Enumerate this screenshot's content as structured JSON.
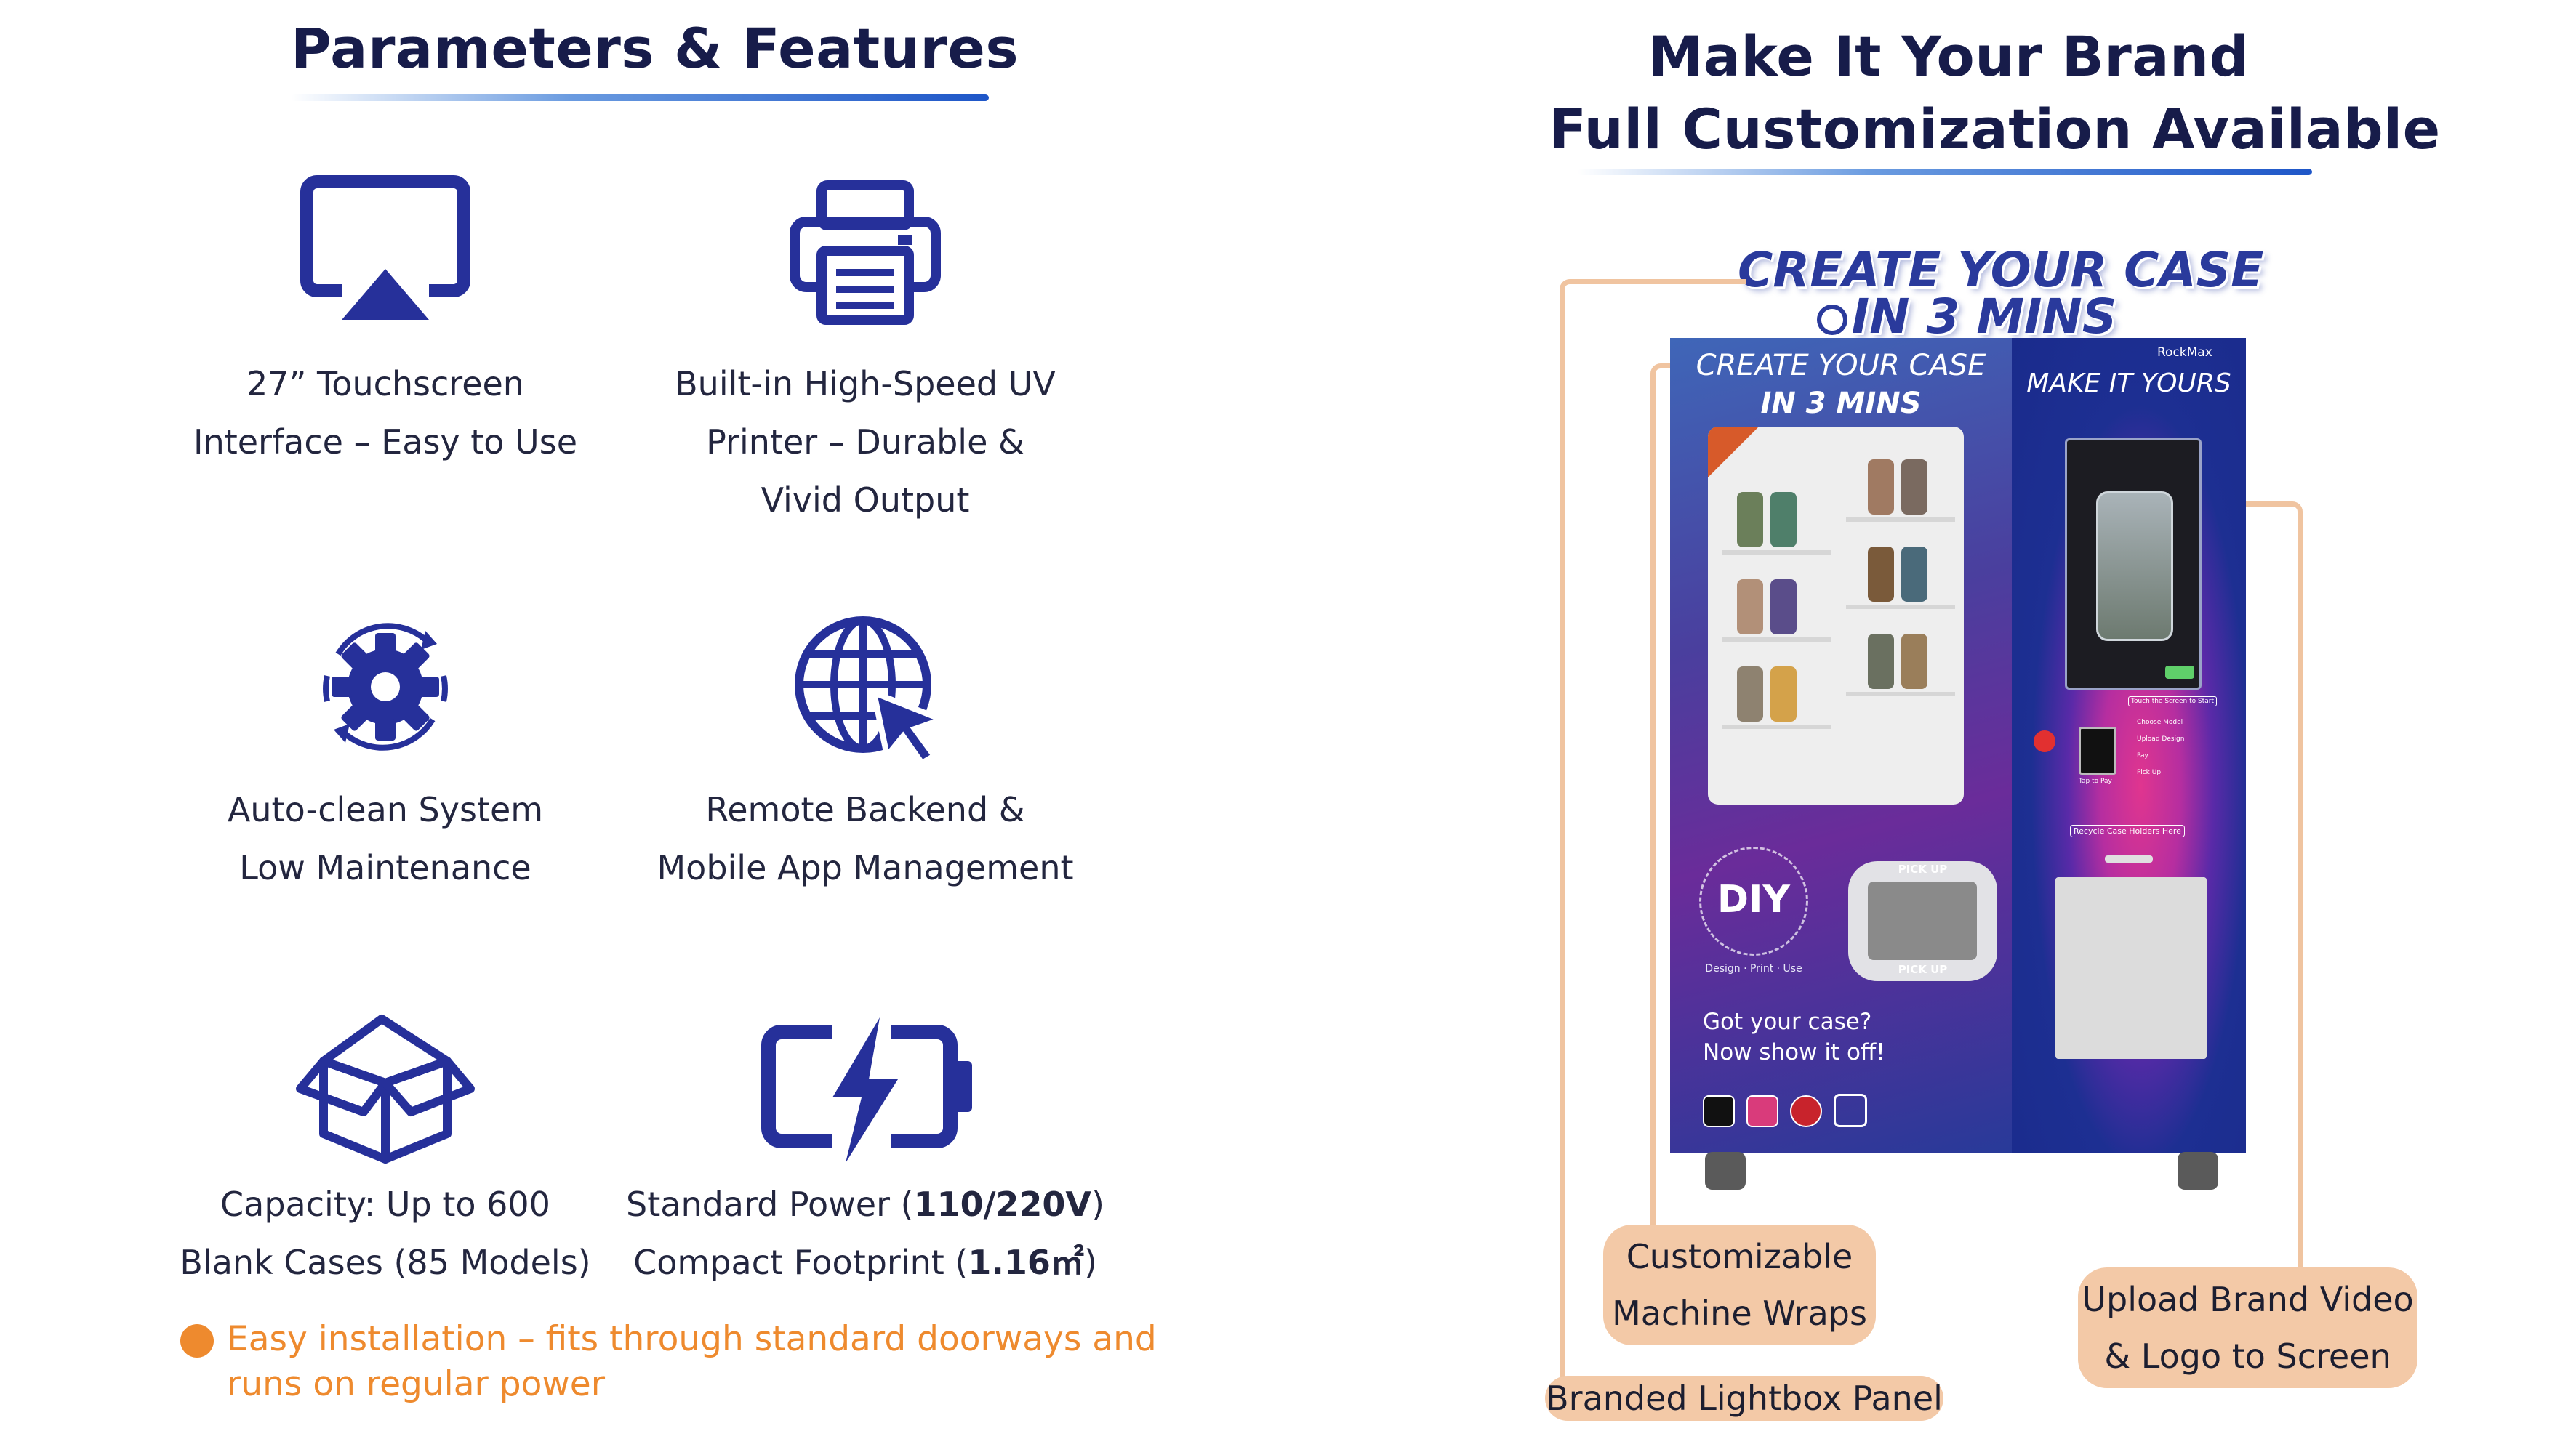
{
  "left": {
    "heading": "Parameters & Features",
    "features": [
      {
        "icon": "touchscreen-icon",
        "lines": [
          "27” Touchscreen",
          "Interface – Easy to Use"
        ]
      },
      {
        "icon": "printer-icon",
        "lines": [
          "Built-in High-Speed UV",
          "Printer – Durable &",
          "Vivid Output"
        ]
      },
      {
        "icon": "gear-cycle-icon",
        "lines": [
          "Auto-clean System",
          "Low Maintenance"
        ]
      },
      {
        "icon": "globe-cursor-icon",
        "lines": [
          "Remote Backend &",
          "Mobile App Management"
        ]
      },
      {
        "icon": "open-box-icon",
        "lines": [
          "Capacity: Up to 600",
          "Blank Cases (85 Models)"
        ]
      },
      {
        "icon": "battery-bolt-icon",
        "power_prefix": "Standard Power (",
        "power_value": "110/220V",
        "power_suffix": ")",
        "footprint_prefix": "Compact Footprint (",
        "footprint_value": "1.16㎡",
        "footprint_suffix": ")"
      }
    ],
    "note_line1": "Easy installation – fits through standard doorways and",
    "note_line2": "runs on regular power"
  },
  "right": {
    "heading_line1": "Make It Your Brand",
    "heading_line2": "Full Customization Available",
    "lightbox_title_line1": "CREATE YOUR CASE",
    "lightbox_title_line2": "IN 3 MINS",
    "machine": {
      "left_title_line1": "CREATE YOUR CASE",
      "left_title_line2": "IN 3 MINS",
      "brand": "RockMax",
      "right_title": "MAKE IT YOURS",
      "diy_logo": "DIY",
      "diy_tagline": "Design · Print · Use",
      "pickup_top": "PICK UP",
      "pickup_bottom": "PICK UP",
      "slogan_line1": "Got your case?",
      "slogan_line2": "Now show it off!",
      "touch_hint": "Touch the Screen to Start",
      "steps": [
        "Choose Model",
        "Upload Design",
        "Pay",
        "Pick Up"
      ],
      "tap_label": "Tap to Pay",
      "recycle_label": "Recycle Case Holders Here"
    },
    "callouts": {
      "wraps_line1": "Customizable",
      "wraps_line2": "Machine Wraps",
      "lightbox": "Branded Lightbox Panel",
      "video_line1": "Upload Brand Video",
      "video_line2": "& Logo to Screen"
    }
  },
  "colors": {
    "heading": "#171c4a",
    "icon": "#26309a",
    "note": "#ee8a2e",
    "callout_fill": "#f3c9a7",
    "callout_line": "#f0c4a0",
    "machine_blue": "#1f2a86"
  }
}
